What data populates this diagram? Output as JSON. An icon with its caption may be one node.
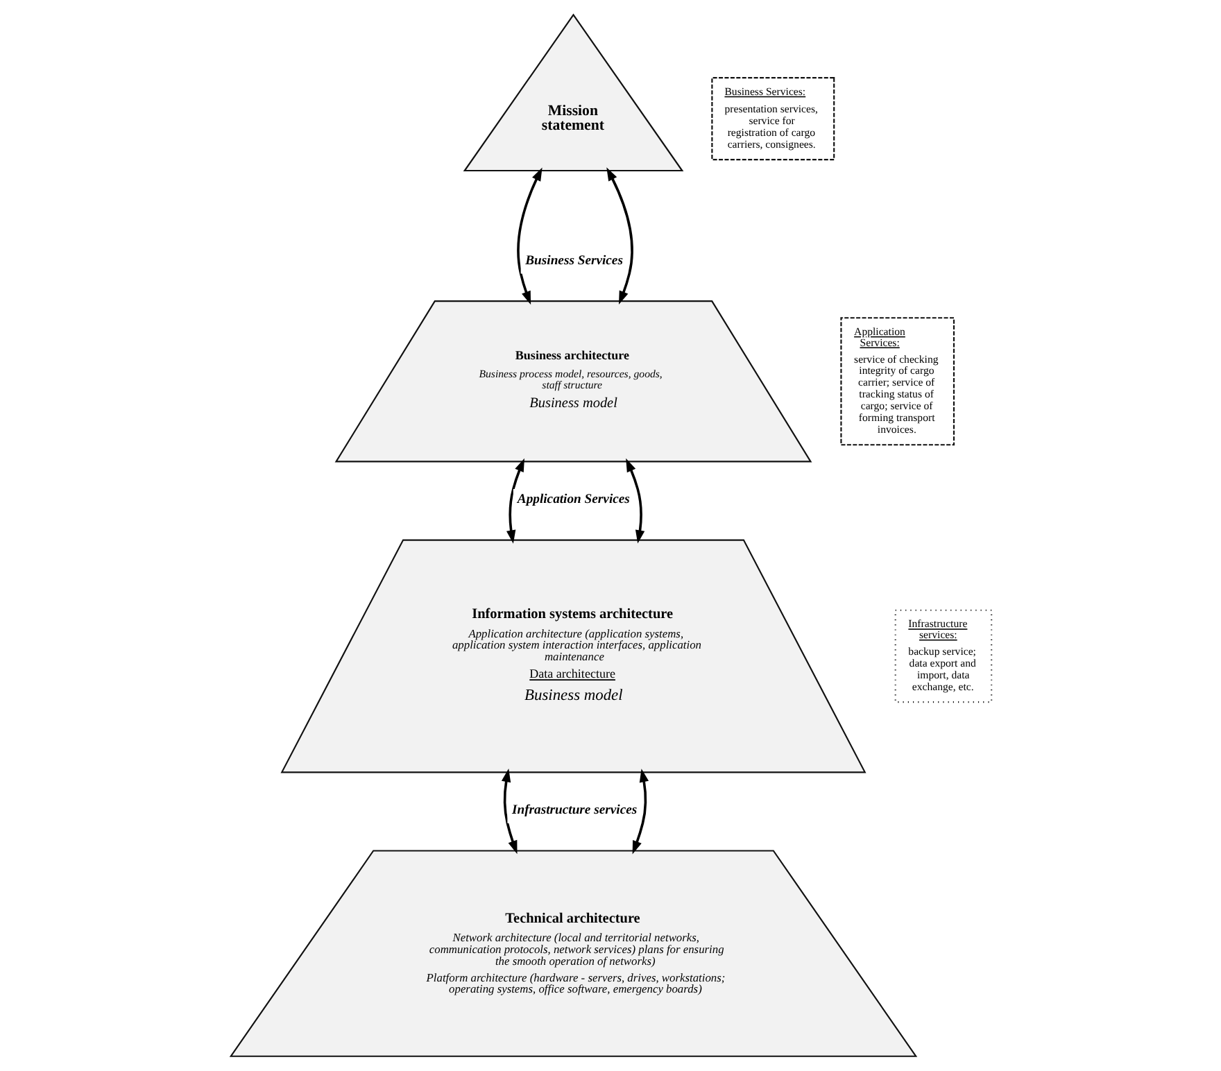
{
  "diagram": {
    "nodes": [
      {
        "text": [
          "Mission statement"
        ]
      },
      {
        "text": [
          "Business architecture",
          "Business process model, resources, goods, staff structure",
          "Business model"
        ]
      },
      {
        "text": [
          "Information systems architecture",
          "Application architecture (application systems, application system interaction interfaces, application maintenance",
          "Data architecture",
          "Business model"
        ]
      },
      {
        "text": [
          "Technical architecture",
          "Network architecture (local and territorial networks, communication protocols, network services) plans for ensuring the smooth operation of networks)",
          "Platform architecture (hardware - servers, drives, workstations; operating systems, office software, emergency boards)"
        ]
      },
      {
        "text": [
          "Business Services:",
          "presentation services, service for registration of cargo carriers, consignees."
        ]
      },
      {
        "text": [
          "Application Services:",
          "service of checking integrity of cargo carrier; service of tracking status of cargo; service of forming transport invoices."
        ]
      },
      {
        "text": [
          "Infrastructure services:",
          "backup service; data export and import, data exchange, etc."
        ]
      }
    ],
    "edges": [
      {
        "from": 0,
        "to": 1,
        "arrow": "both",
        "label": "Business Services"
      },
      {
        "from": 0,
        "to": 1,
        "arrow": "both"
      },
      {
        "from": 1,
        "to": 2,
        "arrow": "both",
        "label": "Application Services"
      },
      {
        "from": 1,
        "to": 2,
        "arrow": "both"
      },
      {
        "from": 2,
        "to": 3,
        "arrow": "both",
        "label": "Infrastructure services"
      },
      {
        "from": 2,
        "to": 3,
        "arrow": "both"
      }
    ]
  }
}
